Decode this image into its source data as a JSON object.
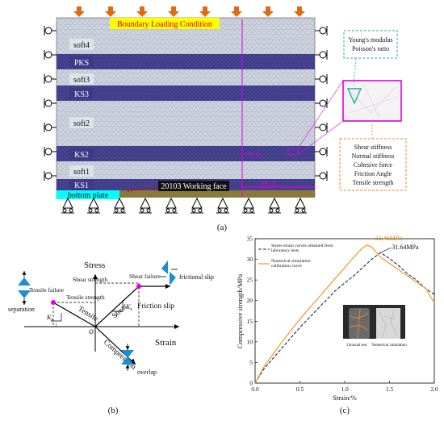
{
  "panel_a": {
    "title": "Boundary Loading Condition",
    "layers": [
      "soft4",
      "PKS",
      "soft3",
      "KS3",
      "soft2",
      "KS2",
      "soft1",
      "KS1",
      "bottom plate"
    ],
    "working_face": "20103 Working face",
    "dim_vertical": "150 m",
    "dim_horizontal": "300 m",
    "box_top": [
      "Young's modulus",
      "Poisson's ratio"
    ],
    "box_bottom": [
      "Shear stiffness",
      "Normal stiffness",
      "Cohesive force",
      "Friction Angle",
      "Tensile strength"
    ],
    "caption": "(a)",
    "colors": {
      "soft": "#cfd4df",
      "hard": "#3e3a86",
      "arrow": "#e06a10",
      "title_bg": "#ffff00",
      "bottom_plate": "#00ffff",
      "magenta": "#e000e0",
      "orange_box": "#f08020",
      "teal_box": "#20b0a0"
    }
  },
  "panel_b": {
    "stress": "Stress",
    "strain": "Strain",
    "origin": "O",
    "shear_strength": "Shear strength",
    "tensile_strength": "Tensile strength",
    "shear_failure": "Shear failure",
    "tensile_failure": "Tensile failure",
    "shear": "Shear",
    "tensile": "Tensile",
    "compression": "Compression",
    "friction_slip": "Friction slip",
    "frictional_slip": "frictional slip",
    "separation": "separation",
    "overlap": "overlap",
    "kn": "K",
    "kn_sub": "n",
    "ks": "K",
    "ks_sub": "s",
    "one": "1",
    "caption": "(b)"
  },
  "panel_c": {
    "caption": "(c)",
    "inset_labels": [
      "Uniaxial test",
      "Numerical simulation"
    ],
    "chart_data": {
      "type": "line",
      "xlabel": "Strain/%",
      "ylabel": "Compressive strength/MPa",
      "xlim": [
        0,
        2.0
      ],
      "ylim": [
        0,
        35
      ],
      "xticks": [
        "0.0",
        "0.5",
        "1.0",
        "1.5",
        "2.0"
      ],
      "yticks": [
        "0",
        "5",
        "10",
        "15",
        "20",
        "25",
        "30",
        "35"
      ],
      "legend_position": "top-left",
      "series": [
        {
          "name": "Stress-strain curves obtained from laboratory tests",
          "style": "dashed",
          "color": "#1a2a4a",
          "x": [
            0,
            0.1,
            0.3,
            0.5,
            0.7,
            0.9,
            1.1,
            1.3,
            1.4,
            1.5,
            1.6,
            1.7,
            1.8,
            1.9,
            2.0
          ],
          "y": [
            0,
            3.5,
            8.5,
            13.5,
            18.0,
            22.5,
            26.0,
            30.0,
            31.64,
            30.2,
            28.5,
            26.5,
            25.0,
            23.0,
            21.5
          ]
        },
        {
          "name": "Numerical simulation calibration curve",
          "style": "solid",
          "color": "#f0a030",
          "x": [
            0,
            0.1,
            0.3,
            0.5,
            0.7,
            0.9,
            1.0,
            1.1,
            1.2,
            1.25,
            1.3,
            1.4,
            1.5,
            1.6,
            1.7,
            1.8,
            1.9,
            2.0
          ],
          "y": [
            0,
            4.0,
            10.0,
            15.5,
            20.5,
            25.5,
            28.0,
            30.5,
            32.8,
            33.46,
            33.0,
            30.5,
            29.0,
            27.5,
            26.0,
            24.5,
            23.0,
            19.5
          ]
        }
      ],
      "annotations": [
        "33.46MPa",
        "31.64MPa"
      ]
    }
  }
}
